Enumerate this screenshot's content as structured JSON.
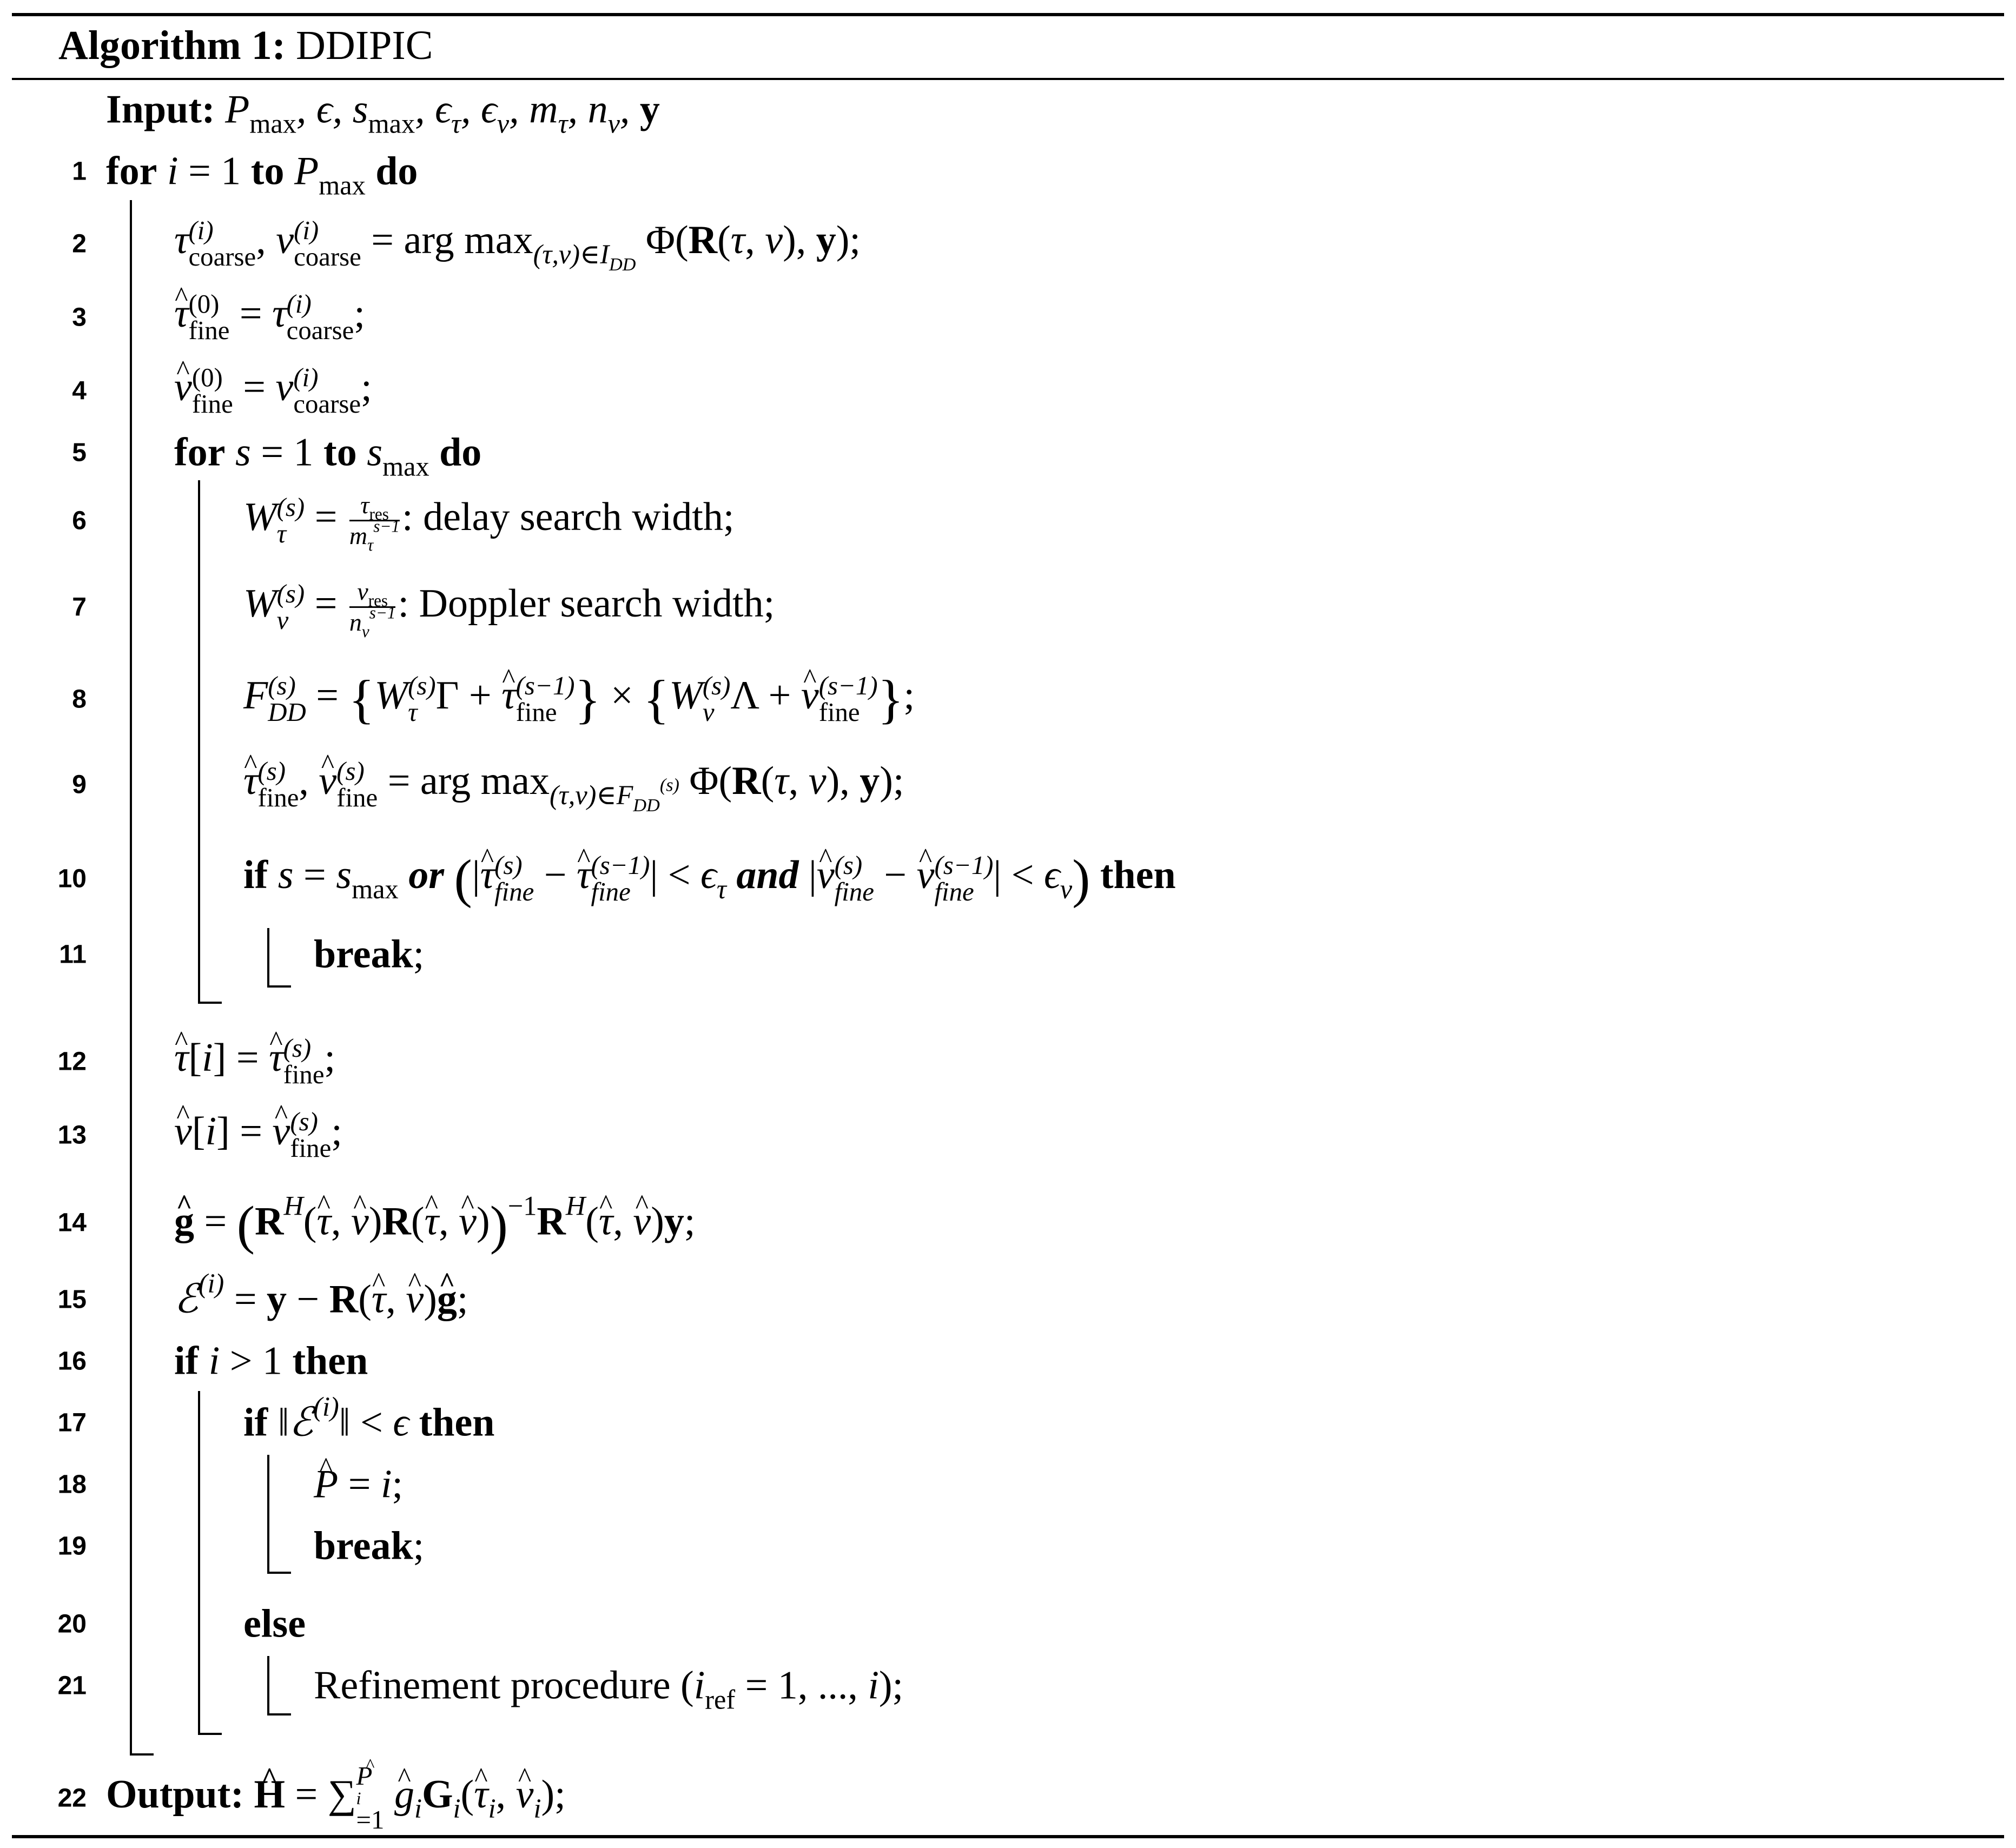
{
  "caption": {
    "label": "Algorithm 1:",
    "name": "DDIPIC"
  },
  "input": {
    "label": "Input:",
    "params": [
      "P_max",
      "ϵ",
      "s_max",
      "ϵ_τ",
      "ϵ_ν",
      "m_τ",
      "n_ν",
      "y"
    ]
  },
  "lines": [
    {
      "no": "1",
      "text": "for i = 1 to P_max do"
    },
    {
      "no": "2",
      "text": "τ_coarse^(i), ν_coarse^(i) = arg max_{(τ,ν)∈I_DD} Φ(R(τ,ν), y);"
    },
    {
      "no": "3",
      "text": "τ̂_fine^(0) = τ_coarse^(i);"
    },
    {
      "no": "4",
      "text": "ν̂_fine^(0) = ν_coarse^(i);"
    },
    {
      "no": "5",
      "text": "for s = 1 to s_max do"
    },
    {
      "no": "6",
      "text": "W_τ^(s) = τ_res / m_τ^(s−1): delay search width;"
    },
    {
      "no": "7",
      "text": "W_ν^(s) = ν_res / n_ν^(s−1): Doppler search width;"
    },
    {
      "no": "8",
      "text": "F_DD^(s) = {W_τ^(s) Γ + τ̂_fine^(s−1)} × {W_ν^(s) Λ + ν̂_fine^(s−1)};"
    },
    {
      "no": "9",
      "text": "τ̂_fine^(s), ν̂_fine^(s) = arg max_{(τ,ν)∈F_DD^(s)} Φ(R(τ,ν), y);"
    },
    {
      "no": "10",
      "text": "if s = s_max or (|τ̂_fine^(s) − τ̂_fine^(s−1)| < ϵ_τ and |ν̂_fine^(s) − ν̂_fine^(s−1)| < ϵ_ν) then"
    },
    {
      "no": "11",
      "text": "break;"
    },
    {
      "no": "12",
      "text": "τ̂[i] = τ̂_fine^(s);"
    },
    {
      "no": "13",
      "text": "ν̂[i] = ν̂_fine^(s);"
    },
    {
      "no": "14",
      "text": "ĝ = (R^H(τ̂,ν̂) R(τ̂,ν̂))^−1 R^H(τ̂,ν̂) y;"
    },
    {
      "no": "15",
      "text": "E^(i) = y − R(τ̂,ν̂) ĝ;"
    },
    {
      "no": "16",
      "text": "if i > 1 then"
    },
    {
      "no": "17",
      "text": "if ‖E^(i)‖ < ϵ then"
    },
    {
      "no": "18",
      "text": "P̂ = i;"
    },
    {
      "no": "19",
      "text": "break;"
    },
    {
      "no": "20",
      "text": "else"
    },
    {
      "no": "21",
      "text": "Refinement procedure (i_ref = 1, ..., i);"
    },
    {
      "no": "22",
      "text": "Output: Ĥ = Σ_{i=1}^{P̂} ĝ_i G_i(τ̂_i, ν̂_i);"
    }
  ],
  "keywords": {
    "for": "for",
    "to": "to",
    "do": "do",
    "if": "if",
    "then": "then",
    "or": "or",
    "and": "and",
    "break": "break",
    "else": "else",
    "output": "Output:"
  },
  "text": {
    "delay": ": delay search width;",
    "doppler": ": Doppler search width;",
    "refine": "Refinement procedure"
  }
}
